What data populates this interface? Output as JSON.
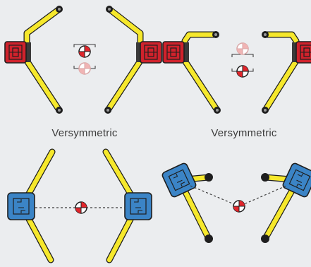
{
  "captions": {
    "left": "Versymmetric",
    "right": "Versymmetric"
  },
  "colors": {
    "background": "#ebedef",
    "arm_yellow": "#f6e82c",
    "outline": "#1e1e1e",
    "gripper_red": "#d0222c",
    "gripper_blue": "#3b84c6",
    "cog_red": "#e1262c",
    "cog_faded": "#f0b4b4",
    "joint_black": "#1e1e1e"
  },
  "panels": [
    {
      "id": "top-left",
      "gripper_color": "red",
      "centering": "upper-active"
    },
    {
      "id": "top-right",
      "gripper_color": "red",
      "centering": "lower-active"
    },
    {
      "id": "bottom-left",
      "gripper_color": "blue",
      "centering": "single-centered"
    },
    {
      "id": "bottom-right",
      "gripper_color": "blue",
      "centering": "single-lowered"
    }
  ],
  "icons": [
    "center-of-gravity-icon",
    "gripper-icon",
    "pivot-joint-icon"
  ]
}
